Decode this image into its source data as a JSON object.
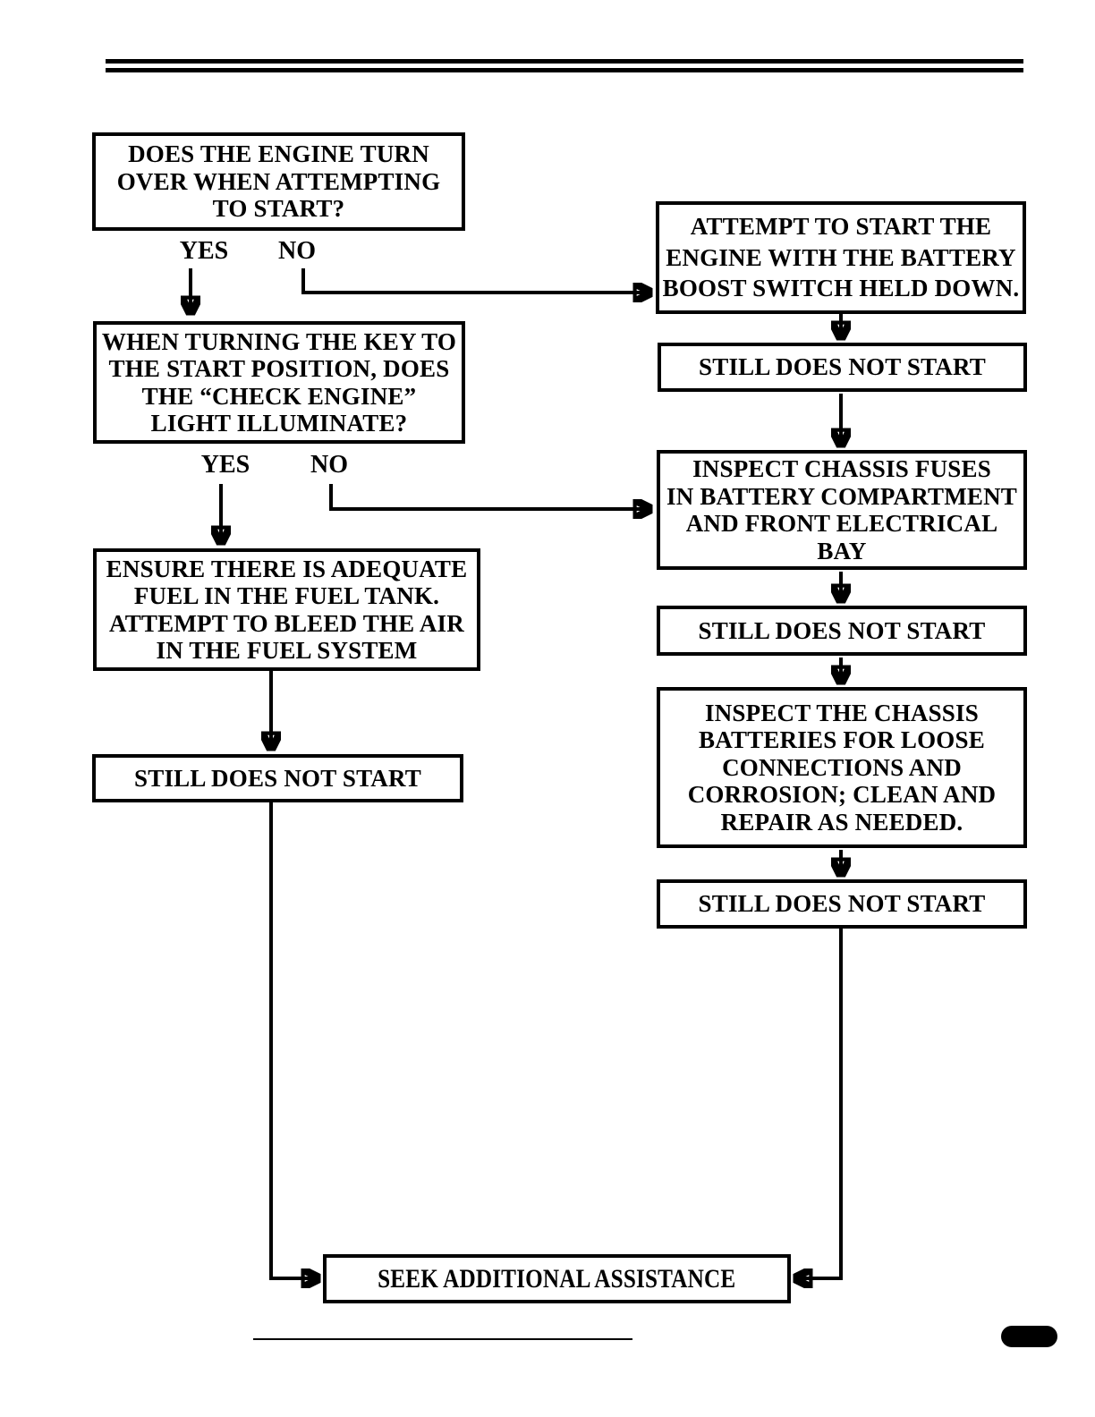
{
  "page": {
    "background": "#ffffff",
    "ink": "#000000"
  },
  "flowchart": {
    "nodes": {
      "engine_turn_over": "DOES THE ENGINE TURN\nOVER WHEN ATTEMPTING\nTO START?",
      "check_engine_light": "WHEN TURNING THE KEY TO\nTHE START POSITION, DOES\nTHE “CHECK ENGINE”\nLIGHT ILLUMINATE?",
      "ensure_fuel": "ENSURE THERE IS ADEQUATE\nFUEL IN THE FUEL TANK.\nATTEMPT TO BLEED THE AIR\nIN THE FUEL SYSTEM",
      "still_no_start_left": "STILL DOES NOT START",
      "attempt_boost": "ATTEMPT TO START THE\nENGINE WITH THE BATTERY\nBOOST SWITCH HELD DOWN.",
      "still_no_start_1": "STILL DOES NOT START",
      "inspect_fuses": "INSPECT CHASSIS FUSES\nIN BATTERY COMPARTMENT\nAND FRONT ELECTRICAL BAY",
      "still_no_start_2": "STILL DOES NOT START",
      "inspect_batteries": "INSPECT THE CHASSIS\nBATTERIES FOR LOOSE\nCONNECTIONS AND\nCORROSION; CLEAN AND\nREPAIR AS NEEDED.",
      "still_no_start_3": "STILL DOES NOT START",
      "seek_assistance": "SEEK ADDITIONAL ASSISTANCE"
    },
    "labels": {
      "yes_1": "YES",
      "no_1": "NO",
      "yes_2": "YES",
      "no_2": "NO"
    }
  }
}
